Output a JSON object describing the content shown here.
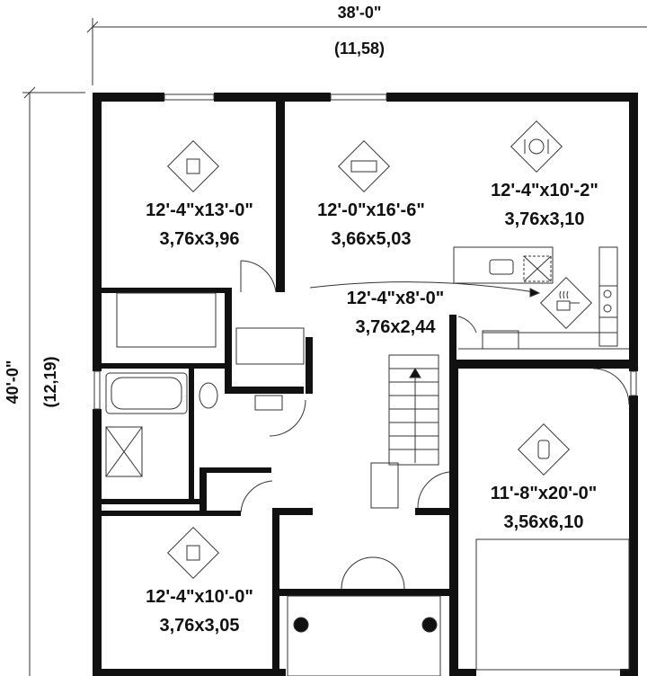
{
  "dimensions": {
    "width_imperial": "38'-0\"",
    "width_metric": "(11,58)",
    "depth_imperial": "40'-0\"",
    "depth_metric": "(12,19)"
  },
  "rooms": [
    {
      "id": "bedroom-1",
      "icon": "bed-1-icon",
      "imperial": "12'-4\"x13'-0\"",
      "metric": "3,76x3,96"
    },
    {
      "id": "living-room",
      "icon": "sofa-icon",
      "imperial": "12'-0\"x16'-6\"",
      "metric": "3,66x5,03"
    },
    {
      "id": "dining-room",
      "icon": "plate-cutlery-icon",
      "imperial": "12'-4\"x10'-2\"",
      "metric": "3,76x3,10"
    },
    {
      "id": "kitchen",
      "icon": "cooking-pot-icon",
      "imperial": "12'-4\"x8'-0\"",
      "metric": "3,76x2,44"
    },
    {
      "id": "garage",
      "icon": "car-icon",
      "imperial": "11'-8\"x20'-0\"",
      "metric": "3,56x6,10"
    },
    {
      "id": "bedroom-2",
      "icon": "bed-2-icon",
      "imperial": "12'-4\"x10'-0\"",
      "metric": "3,76x3,05"
    }
  ]
}
